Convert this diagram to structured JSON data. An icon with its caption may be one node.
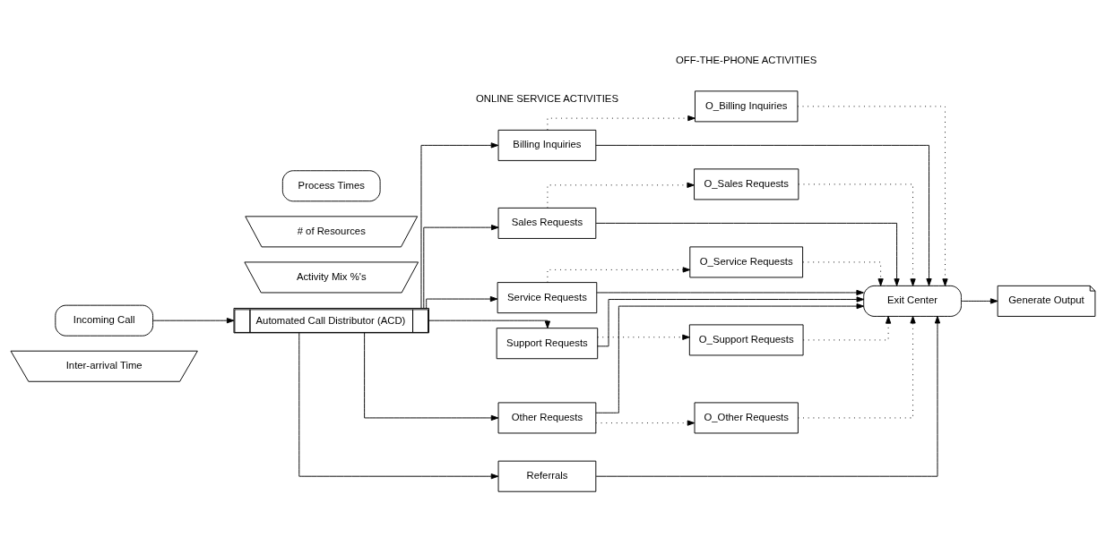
{
  "diagram": {
    "nodes": [
      {
        "text": [
          "Inter-arrival Time"
        ]
      },
      {
        "text": [
          "Incoming Call"
        ]
      },
      {
        "text": [
          "Automated Call Distributor (ACD)"
        ]
      },
      {
        "text": [
          "Activity Mix %'s"
        ]
      },
      {
        "text": [
          "# of Resources"
        ]
      },
      {
        "text": [
          "Process Times"
        ]
      },
      {
        "text": [
          "Billing Inquiries"
        ]
      },
      {
        "text": [
          "Sales Requests"
        ]
      },
      {
        "text": [
          "Service Requests"
        ]
      },
      {
        "text": [
          "Support Requests"
        ]
      },
      {
        "text": [
          "Other Requests"
        ]
      },
      {
        "text": [
          "Referrals"
        ]
      },
      {
        "text": [
          "O_Billing Inquiries"
        ]
      },
      {
        "text": [
          "O_Sales Requests"
        ]
      },
      {
        "text": [
          "O_Service Requests"
        ]
      },
      {
        "text": [
          "O_Support Requests"
        ]
      },
      {
        "text": [
          "O_Other Requests"
        ]
      },
      {
        "text": [
          "Exit Center"
        ]
      },
      {
        "text": [
          "Generate Output"
        ]
      }
    ],
    "edges": [
      {
        "from": 1,
        "to": 2,
        "arrow": "to"
      },
      {
        "from": 2,
        "to": 6,
        "arrow": "to"
      },
      {
        "from": 2,
        "to": 7,
        "arrow": "to"
      },
      {
        "from": 2,
        "to": 8,
        "arrow": "to"
      },
      {
        "from": 2,
        "to": 9,
        "arrow": "to"
      },
      {
        "from": 2,
        "to": 10,
        "arrow": "to"
      },
      {
        "from": 2,
        "to": 11,
        "arrow": "to"
      },
      {
        "from": 6,
        "to": 12,
        "arrow": "to",
        "style": "dashed"
      },
      {
        "from": 7,
        "to": 13,
        "arrow": "to",
        "style": "dashed"
      },
      {
        "from": 8,
        "to": 14,
        "arrow": "to",
        "style": "dashed"
      },
      {
        "from": 9,
        "to": 15,
        "arrow": "to",
        "style": "dashed"
      },
      {
        "from": 10,
        "to": 16,
        "arrow": "to",
        "style": "dashed"
      },
      {
        "from": 6,
        "to": 17,
        "arrow": "to"
      },
      {
        "from": 7,
        "to": 17,
        "arrow": "to"
      },
      {
        "from": 8,
        "to": 17,
        "arrow": "to"
      },
      {
        "from": 9,
        "to": 17,
        "arrow": "to"
      },
      {
        "from": 10,
        "to": 17,
        "arrow": "to"
      },
      {
        "from": 11,
        "to": 17,
        "arrow": "to"
      },
      {
        "from": 12,
        "to": 17,
        "arrow": "to",
        "style": "dashed"
      },
      {
        "from": 13,
        "to": 17,
        "arrow": "to",
        "style": "dashed"
      },
      {
        "from": 14,
        "to": 17,
        "arrow": "to",
        "style": "dashed"
      },
      {
        "from": 15,
        "to": 17,
        "arrow": "to",
        "style": "dashed"
      },
      {
        "from": 16,
        "to": 17,
        "arrow": "to",
        "style": "dashed"
      },
      {
        "from": 17,
        "to": 18,
        "arrow": "to"
      }
    ],
    "labels": [
      "ONLINE SERVICE ACTIVITIES",
      "OFF-THE-PHONE ACTIVITIES"
    ]
  }
}
